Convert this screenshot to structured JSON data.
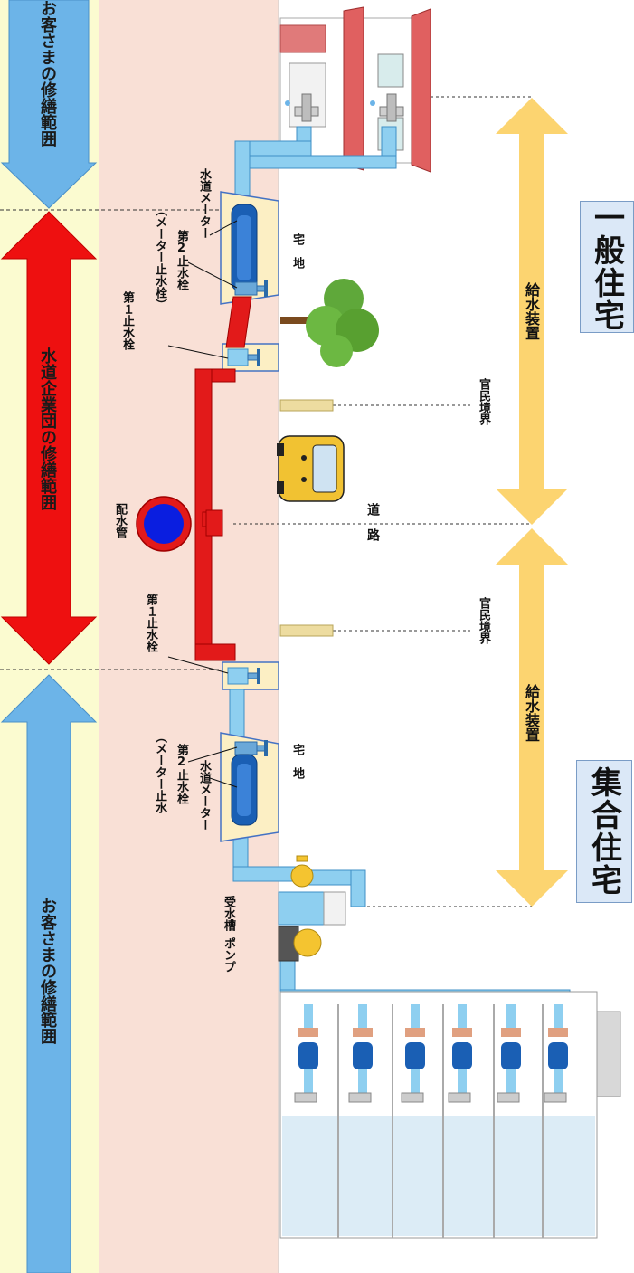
{
  "zones": {
    "top_customer": "お客さまの修繕範囲",
    "middle_utility": "水道企業団の修繕範囲",
    "bottom_customer": "お客さまの修繕範囲"
  },
  "titles": {
    "detached_house": "一般住宅",
    "apartment": "集合住宅"
  },
  "labels": {
    "supply_equipment_top": "給水装置",
    "supply_equipment_bottom": "給水装置",
    "boundary_top": "官民境界",
    "boundary_bottom": "官民境界",
    "road": "道　路",
    "premises_top": "宅　地",
    "premises_bottom": "宅　地",
    "meter_top": "水道メーター",
    "meter_bottom": "水道メーター",
    "second_valve_top": "第2止水栓",
    "second_valve_top_sub": "（メーター止水栓）",
    "second_valve_bottom": "第2止水栓",
    "second_valve_bottom_sub": "（メーター止水",
    "first_valve_top": "第１止水栓",
    "first_valve_bottom": "第１止水栓",
    "water_main": "配水管",
    "tank": "受水槽",
    "pump": "ポンプ"
  },
  "colors": {
    "customer_arrow": "#6cb4e8",
    "utility_arrow": "#ee1010",
    "supply_arrow": "#fcd470",
    "service_pipe": "#8ecff0",
    "utility_pipe": "#e21a1a",
    "meter": "#1a5fb4",
    "band_yellow": "#fbfbd0",
    "band_pink": "#f9e0d6"
  }
}
